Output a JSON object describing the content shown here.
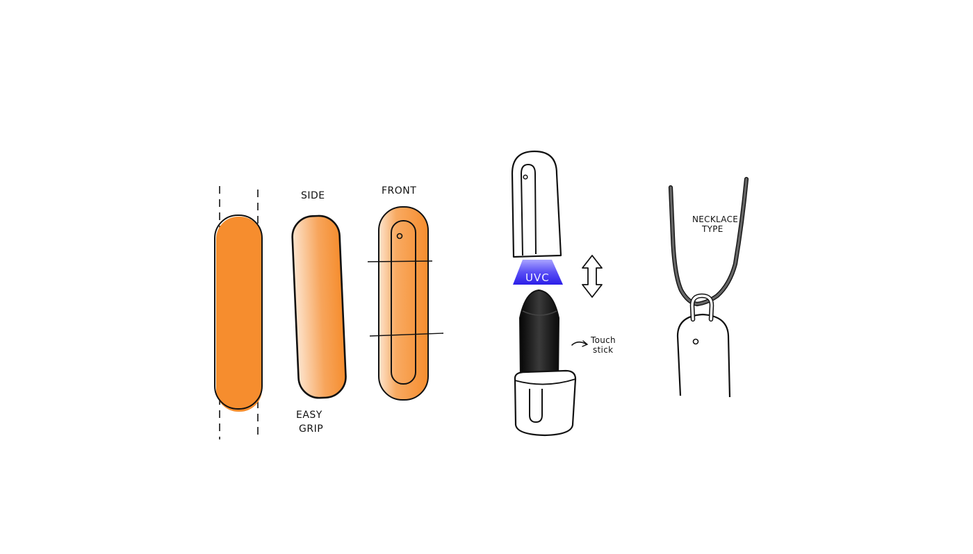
{
  "labels": {
    "side": "SIDE",
    "front": "FRONT",
    "easy": "EASY",
    "grip": "GRIP",
    "uvc": "UVC",
    "touch": "Touch",
    "stick": "stick",
    "necklace": "NECKLACE",
    "type": "TYPE"
  },
  "colors": {
    "orange": "#f68d2e",
    "orange_light": "#fde5cf",
    "uv_blue": "#2b1ee8",
    "stick_black": "#151515",
    "cord_gray": "#666666",
    "ink": "#111111"
  },
  "icons": {
    "double_arrow": "vertical-double-arrow-icon",
    "pointer": "curved-pointer-arrow-icon"
  }
}
